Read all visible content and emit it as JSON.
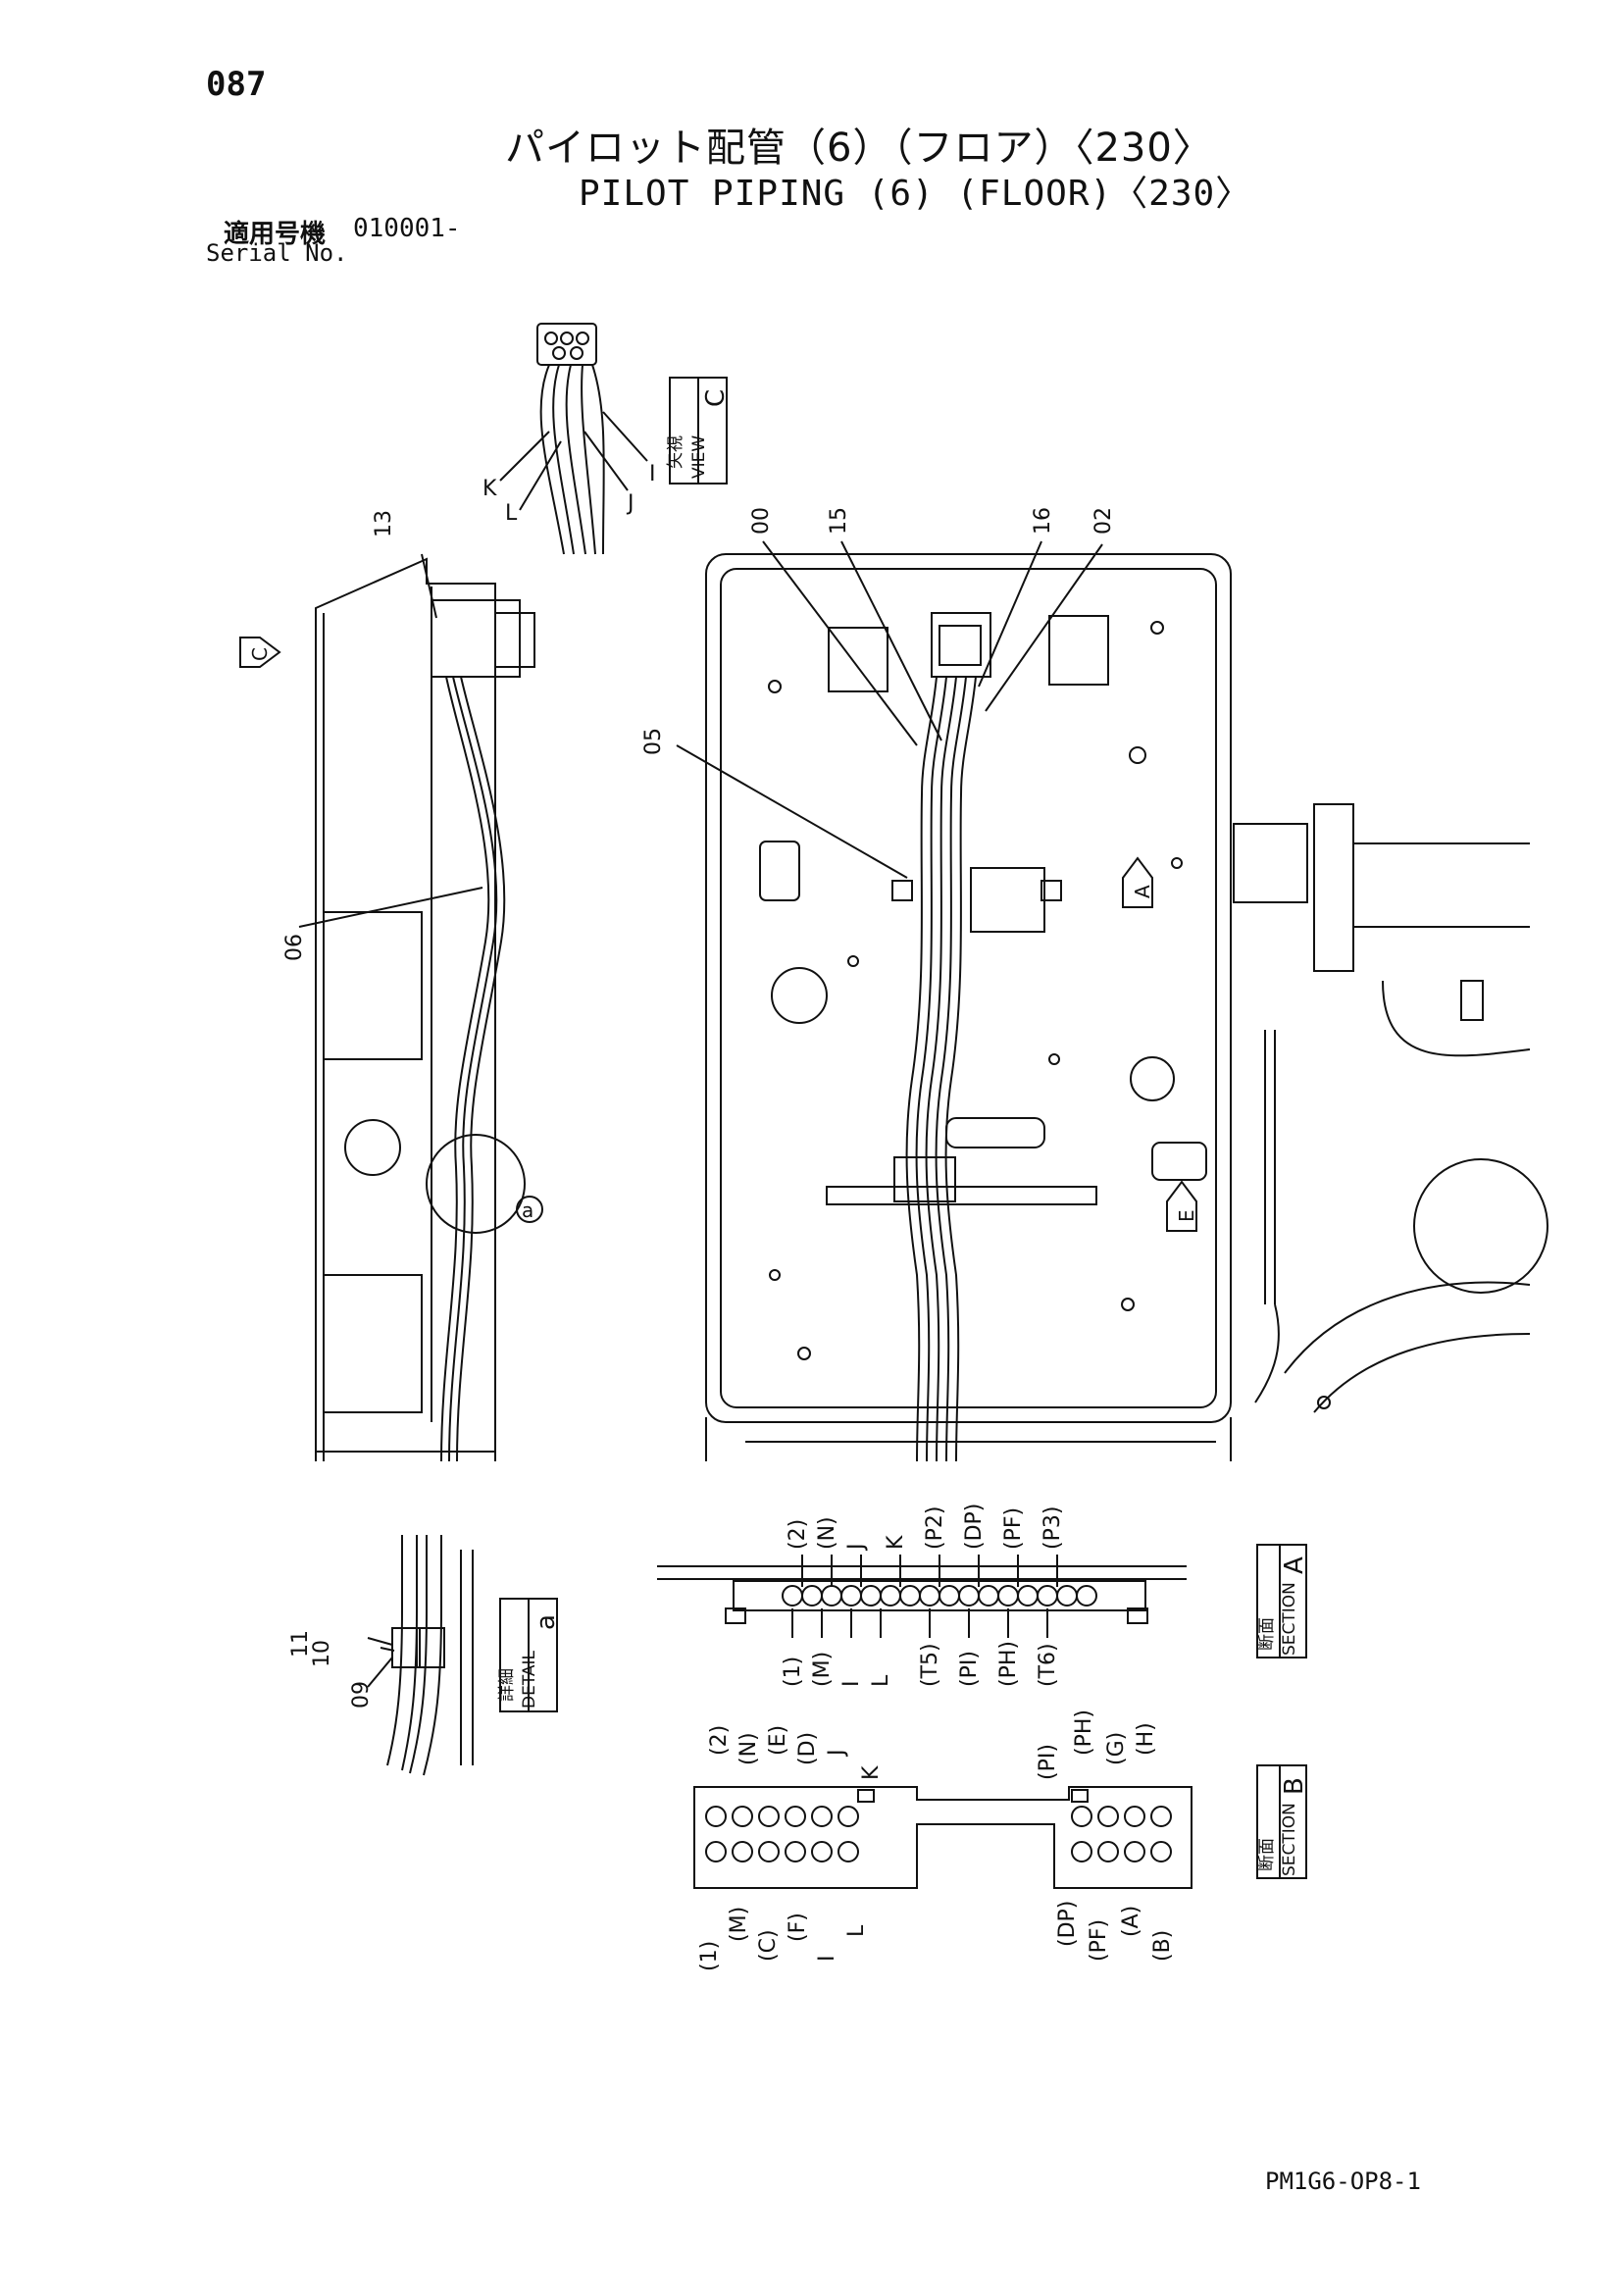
{
  "header": {
    "page_number": "087",
    "title_jp": "パイロット配管（6）（フロア）〈230〉",
    "title_en": "PILOT PIPING (6) (FLOOR)〈230〉",
    "serial_label_jp": "適用号機",
    "serial_value": "010001-",
    "serial_label_en": "Serial No."
  },
  "callouts": {
    "part_13": "13",
    "part_00": "00",
    "part_15": "15",
    "part_16": "16",
    "part_02": "02",
    "part_05": "05",
    "part_06": "06",
    "part_11": "11",
    "part_10": "10",
    "part_09": "09",
    "view_arrow_c": "C",
    "view_arrow_a": "A",
    "view_arrow_e": "E",
    "detail_marker": "a"
  },
  "view_c": {
    "title_jp": "矢視",
    "title_en": "VIEW",
    "letter": "C",
    "labels": [
      "K",
      "L",
      "J",
      "I"
    ]
  },
  "detail_a": {
    "title_jp": "詳細",
    "title_en": "DETAIL",
    "letter": "a"
  },
  "section_a": {
    "title_jp": "断面",
    "title_en": "SECTION",
    "letter": "A",
    "top_labels": [
      "(2)",
      "(N)",
      "J",
      "K",
      "(P2)",
      "(DP)",
      "(PF)",
      "(P3)"
    ],
    "bottom_labels": [
      "(1)",
      "(M)",
      "I",
      "L",
      "(T5)",
      "(PI)",
      "(PH)",
      "(T6)"
    ]
  },
  "section_b": {
    "title_jp": "断面",
    "title_en": "SECTION",
    "letter": "B",
    "top_left_labels": [
      "(2)",
      "(N)",
      "(E)",
      "(D)",
      "J",
      "K"
    ],
    "top_right_labels": [
      "(PI)",
      "(PH)",
      "(G)",
      "(H)"
    ],
    "bottom_left_labels": [
      "(1)",
      "(M)",
      "(C)",
      "(F)",
      "I",
      "L"
    ],
    "bottom_right_labels": [
      "(DP)",
      "(PF)",
      "(A)",
      "(B)"
    ]
  },
  "footer": {
    "drawing_code": "PM1G6-OP8-1"
  }
}
